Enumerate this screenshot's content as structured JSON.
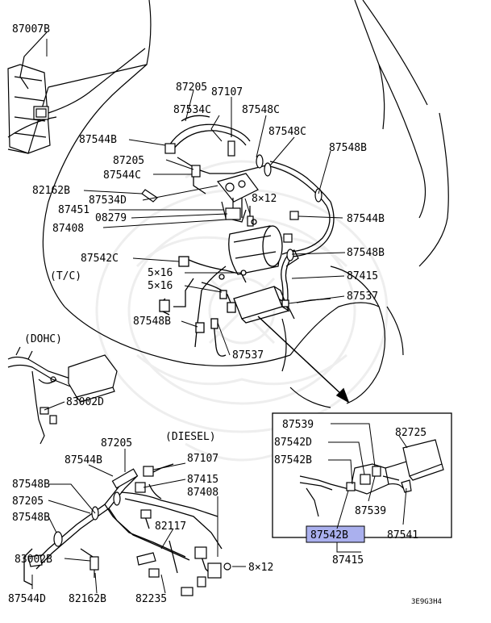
{
  "diagram": {
    "code": "3E9G3H4",
    "callouts": [
      {
        "id": "c1",
        "text": "87007B"
      },
      {
        "id": "c2",
        "text": "87205"
      },
      {
        "id": "c3",
        "text": "87107"
      },
      {
        "id": "c4",
        "text": "87534C"
      },
      {
        "id": "c5",
        "text": "87548C"
      },
      {
        "id": "c6",
        "text": "87548C"
      },
      {
        "id": "c7",
        "text": "87544B"
      },
      {
        "id": "c8",
        "text": "87548B"
      },
      {
        "id": "c9",
        "text": "87205"
      },
      {
        "id": "c10",
        "text": "87544C"
      },
      {
        "id": "c11",
        "text": "82162B"
      },
      {
        "id": "c12",
        "text": "87534D"
      },
      {
        "id": "c13",
        "text": "8×12"
      },
      {
        "id": "c14",
        "text": "87451"
      },
      {
        "id": "c15",
        "text": "08279"
      },
      {
        "id": "c16",
        "text": "87544B"
      },
      {
        "id": "c17",
        "text": "87408"
      },
      {
        "id": "c18",
        "text": "87548B"
      },
      {
        "id": "c19",
        "text": "87542C"
      },
      {
        "id": "c20",
        "text": "5×16"
      },
      {
        "id": "c21",
        "text": "87415"
      },
      {
        "id": "c22",
        "text": "(T/C)"
      },
      {
        "id": "c23",
        "text": "5×16"
      },
      {
        "id": "c24",
        "text": "87537"
      },
      {
        "id": "c25",
        "text": "87548B"
      },
      {
        "id": "c26",
        "text": "(DOHC)"
      },
      {
        "id": "c27",
        "text": "87537"
      },
      {
        "id": "c28",
        "text": "83002D"
      },
      {
        "id": "c29",
        "text": "87539"
      },
      {
        "id": "c30",
        "text": "82725"
      },
      {
        "id": "c31",
        "text": "87542D"
      },
      {
        "id": "c32",
        "text": "87205"
      },
      {
        "id": "c33",
        "text": "(DIESEL)"
      },
      {
        "id": "c34",
        "text": "87542B"
      },
      {
        "id": "c35",
        "text": "87544B"
      },
      {
        "id": "c36",
        "text": "87107"
      },
      {
        "id": "c37",
        "text": "87548B"
      },
      {
        "id": "c38",
        "text": "87415"
      },
      {
        "id": "c39",
        "text": "87205"
      },
      {
        "id": "c40",
        "text": "87408"
      },
      {
        "id": "c41",
        "text": "87539"
      },
      {
        "id": "c42",
        "text": "87548B"
      },
      {
        "id": "c43",
        "text": "82117"
      },
      {
        "id": "c44",
        "text": "87542B"
      },
      {
        "id": "c45",
        "text": "87541"
      },
      {
        "id": "c46",
        "text": "83002B"
      },
      {
        "id": "c47",
        "text": "8×12"
      },
      {
        "id": "c48",
        "text": "87415"
      },
      {
        "id": "c49",
        "text": "87544D"
      },
      {
        "id": "c50",
        "text": "82162B"
      },
      {
        "id": "c51",
        "text": "82235"
      }
    ],
    "highlight_color": "#aab0ee"
  }
}
